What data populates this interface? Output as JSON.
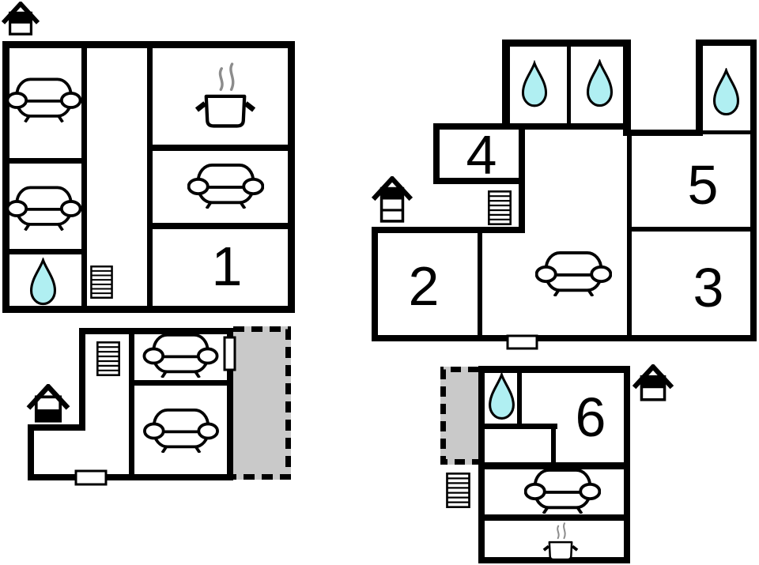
{
  "colors": {
    "wall": "#000000",
    "background": "#ffffff",
    "water_drop": "#b0eff2",
    "terrace": "#c9c9c9",
    "steam": "#8c8c8c"
  },
  "rooms": {
    "r1": {
      "label": "1"
    },
    "r2": {
      "label": "2"
    },
    "r3": {
      "label": "3"
    },
    "r4": {
      "label": "4"
    },
    "r5": {
      "label": "5"
    },
    "r6": {
      "label": "6"
    }
  },
  "icons": {
    "bathroom": "water-drop-icon",
    "sleeping_place": "sofa-bed-icon",
    "kitchen": "cooking-pot-icon",
    "staircase": "stairs-icon",
    "floor_level": "house-level-icon",
    "door": "door-marker",
    "window": "window-marker",
    "terrace": "terrace-area"
  }
}
